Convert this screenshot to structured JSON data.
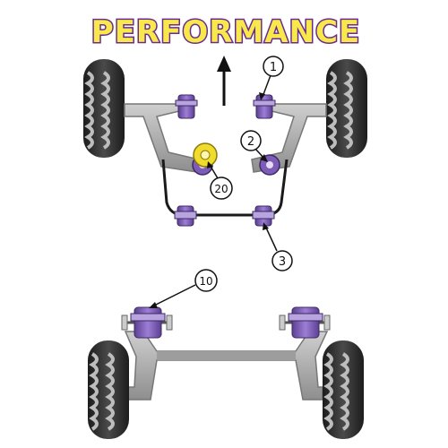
{
  "title": "PERFORMANCE",
  "colors": {
    "title_fill": "#f7e94a",
    "title_stroke": "#6b2a8f",
    "bush_purple": "#8e6cc4",
    "bush_purple_dark": "#5b3f8f",
    "yellow_bush": "#f0dc2a",
    "metal": "#a8a8a8",
    "metal_dark": "#6e6e6e",
    "tyre": "#c8c8c8",
    "tyre_dark": "#202020"
  },
  "icons": [
    "arrow-up-icon"
  ],
  "callouts": [
    {
      "id": "1",
      "label": "1"
    },
    {
      "id": "2",
      "label": "2"
    },
    {
      "id": "3",
      "label": "3"
    },
    {
      "id": "10",
      "label": "10"
    },
    {
      "id": "20",
      "label": "20"
    }
  ]
}
